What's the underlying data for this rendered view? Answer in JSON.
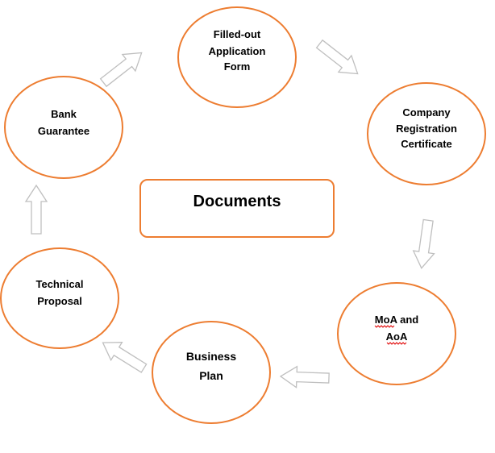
{
  "center": {
    "label": "Documents"
  },
  "nodes": [
    {
      "id": "application-form",
      "lines": [
        "Filled-out",
        "Application",
        "Form"
      ]
    },
    {
      "id": "registration-certificate",
      "lines": [
        "Company",
        "Registration",
        "Certificate"
      ]
    },
    {
      "id": "moa-aoa",
      "lines": [
        "MoA and",
        "AoA"
      ]
    },
    {
      "id": "business-plan",
      "lines": [
        "Business",
        "Plan"
      ]
    },
    {
      "id": "technical-proposal",
      "lines": [
        "Technical",
        "Proposal"
      ]
    },
    {
      "id": "bank-guarantee",
      "lines": [
        "Bank",
        "Guarantee"
      ]
    }
  ],
  "colors": {
    "circle_stroke": "#ed7d31",
    "arrow_stroke": "#bfbfbf",
    "text": "#000000"
  }
}
